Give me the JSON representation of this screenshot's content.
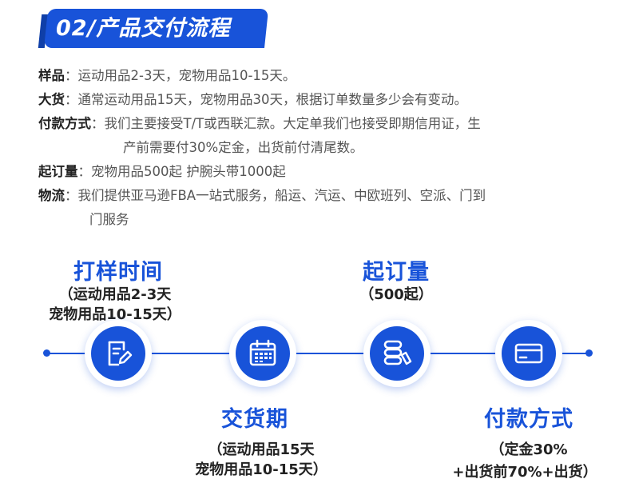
{
  "header": {
    "title": "02/产品交付流程"
  },
  "info": [
    {
      "label": "样品",
      "sep": "：",
      "text": "运动用品2-3天，宠物用品10-15天。"
    },
    {
      "label": "大货",
      "sep": "：",
      "text": "通常运动用品15天，宠物用品30天，根据订单数量多少会有变动。"
    },
    {
      "label": "付款方式",
      "sep": "：",
      "text": "我们主要接受T/T或西联汇款。大定单我们也接受即期信用证，生",
      "cont": "产前需要付30%定金，出货前付清尾数。"
    },
    {
      "label": "起订量",
      "sep": "：",
      "text": "宠物用品500起  护腕头带1000起"
    },
    {
      "label": "物流",
      "sep": "：",
      "text": "我们提供亚马逊FBA一站式服务，船运、汽运、中欧班列、空派、门到",
      "cont": "门服务"
    }
  ],
  "steps": [
    {
      "title": "打样时间",
      "lines": [
        "（运动用品2-3天",
        "宠物用品10-15天）"
      ],
      "icon": "document-edit-icon"
    },
    {
      "title": "交货期",
      "lines": [
        "（运动用品15天",
        "宠物用品10-15天）"
      ],
      "icon": "calendar-icon"
    },
    {
      "title": "起订量",
      "lines": [
        "（500起）"
      ],
      "icon": "stacked-coins-icon"
    },
    {
      "title": "付款方式",
      "lines": [
        "（定金30%",
        "+出货前70%+出货）"
      ],
      "icon": "credit-card-icon"
    }
  ],
  "colors": {
    "accent": "#1853d9",
    "dark": "#0f3fa8",
    "text": "#333333"
  }
}
